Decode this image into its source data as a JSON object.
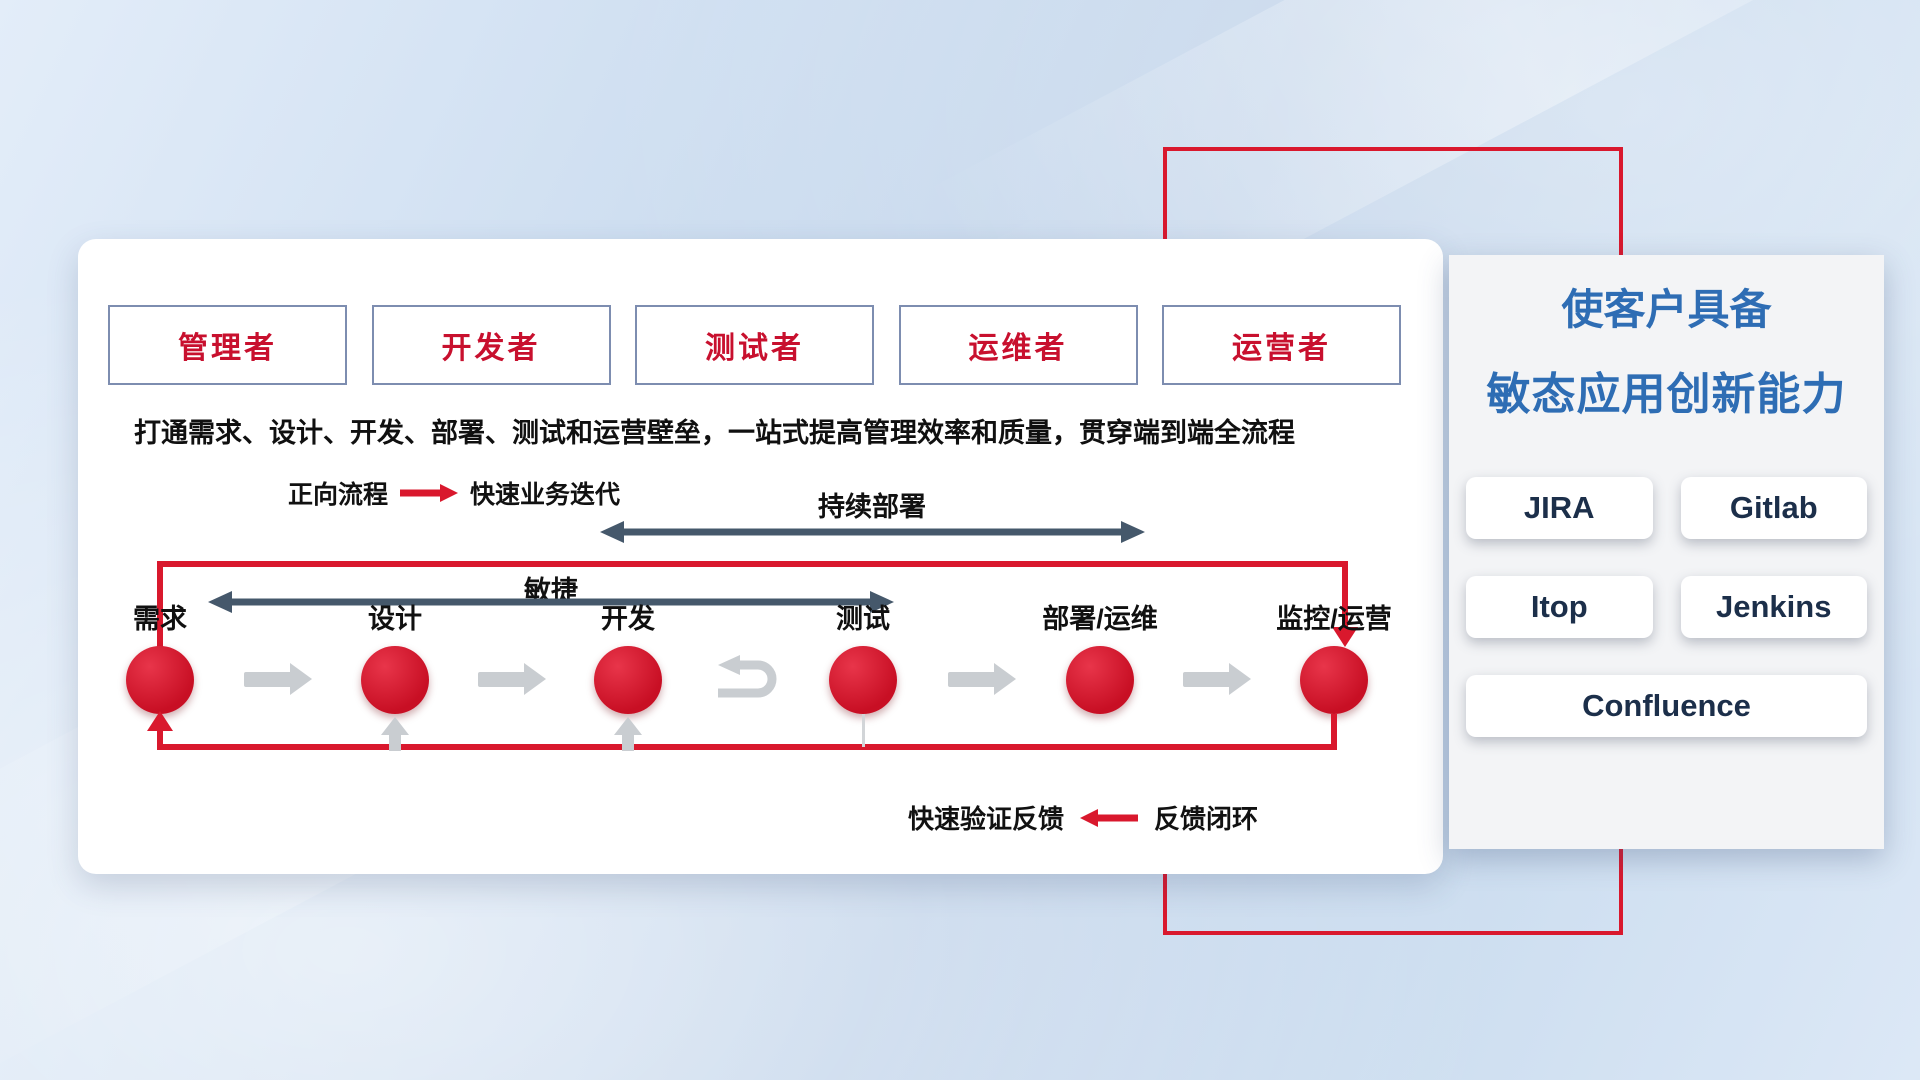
{
  "colors": {
    "red": "#d9182d",
    "slate_arrow": "#45586b",
    "gray_arrow": "#c9cdd1",
    "title_blue": "#2e6db4",
    "role_text_red": "#c8102e"
  },
  "roles": [
    "管理者",
    "开发者",
    "测试者",
    "运维者",
    "运营者"
  ],
  "description": "打通需求、设计、开发、部署、测试和运营壁垒，一站式提高管理效率和质量，贯穿端到端全流程",
  "legend": {
    "forward_label": "正向流程",
    "forward_desc": "快速业务迭代",
    "feedback_desc": "快速验证反馈",
    "feedback_label": "反馈闭环"
  },
  "spans": {
    "continuous_deploy": "持续部署",
    "agile": "敏捷"
  },
  "nodes": [
    "需求",
    "设计",
    "开发",
    "测试",
    "部署/运维",
    "监控/运营"
  ],
  "right_panel": {
    "title_line1": "使客户具备",
    "title_line2": "敏态应用创新能力",
    "tools": [
      "JIRA",
      "Gitlab",
      "Itop",
      "Jenkins",
      "Confluence"
    ]
  }
}
